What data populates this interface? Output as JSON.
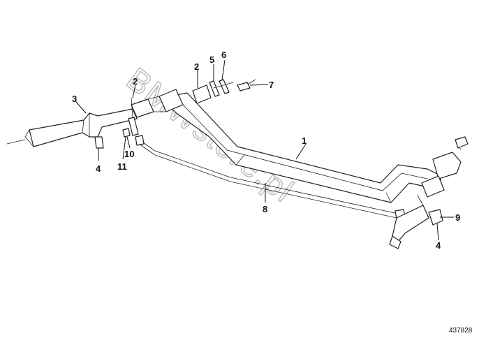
{
  "watermark": "BMWstore.pl",
  "drawing_number": "437828",
  "callouts": {
    "c1": "1",
    "c2a": "2",
    "c2b": "2",
    "c3": "3",
    "c4a": "4",
    "c4b": "4",
    "c5": "5",
    "c6": "6",
    "c7": "7",
    "c8": "8",
    "c9": "9",
    "c10": "10",
    "c11": "11"
  }
}
